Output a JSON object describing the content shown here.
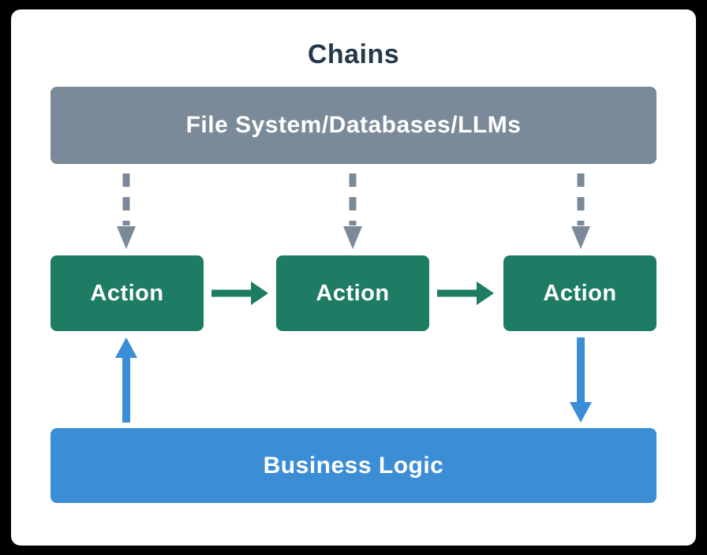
{
  "diagram": {
    "title": "Chains",
    "infrastructure_bar": {
      "label": "File System/Databases/LLMs"
    },
    "action_boxes": [
      {
        "label": "Action"
      },
      {
        "label": "Action"
      },
      {
        "label": "Action"
      }
    ],
    "business_logic_bar": {
      "label": "Business Logic"
    }
  },
  "colors": {
    "page_background": "#000000",
    "card_background": "#ffffff",
    "title_text": "#25384a",
    "infrastructure_fill": "#7b8a99",
    "action_fill": "#1e7b64",
    "business_logic_fill": "#3b8dd6",
    "dashed_arrow": "#7b8a99",
    "action_arrow": "#1e7b64",
    "logic_arrow": "#3b8dd6",
    "label_text": "#ffffff"
  }
}
